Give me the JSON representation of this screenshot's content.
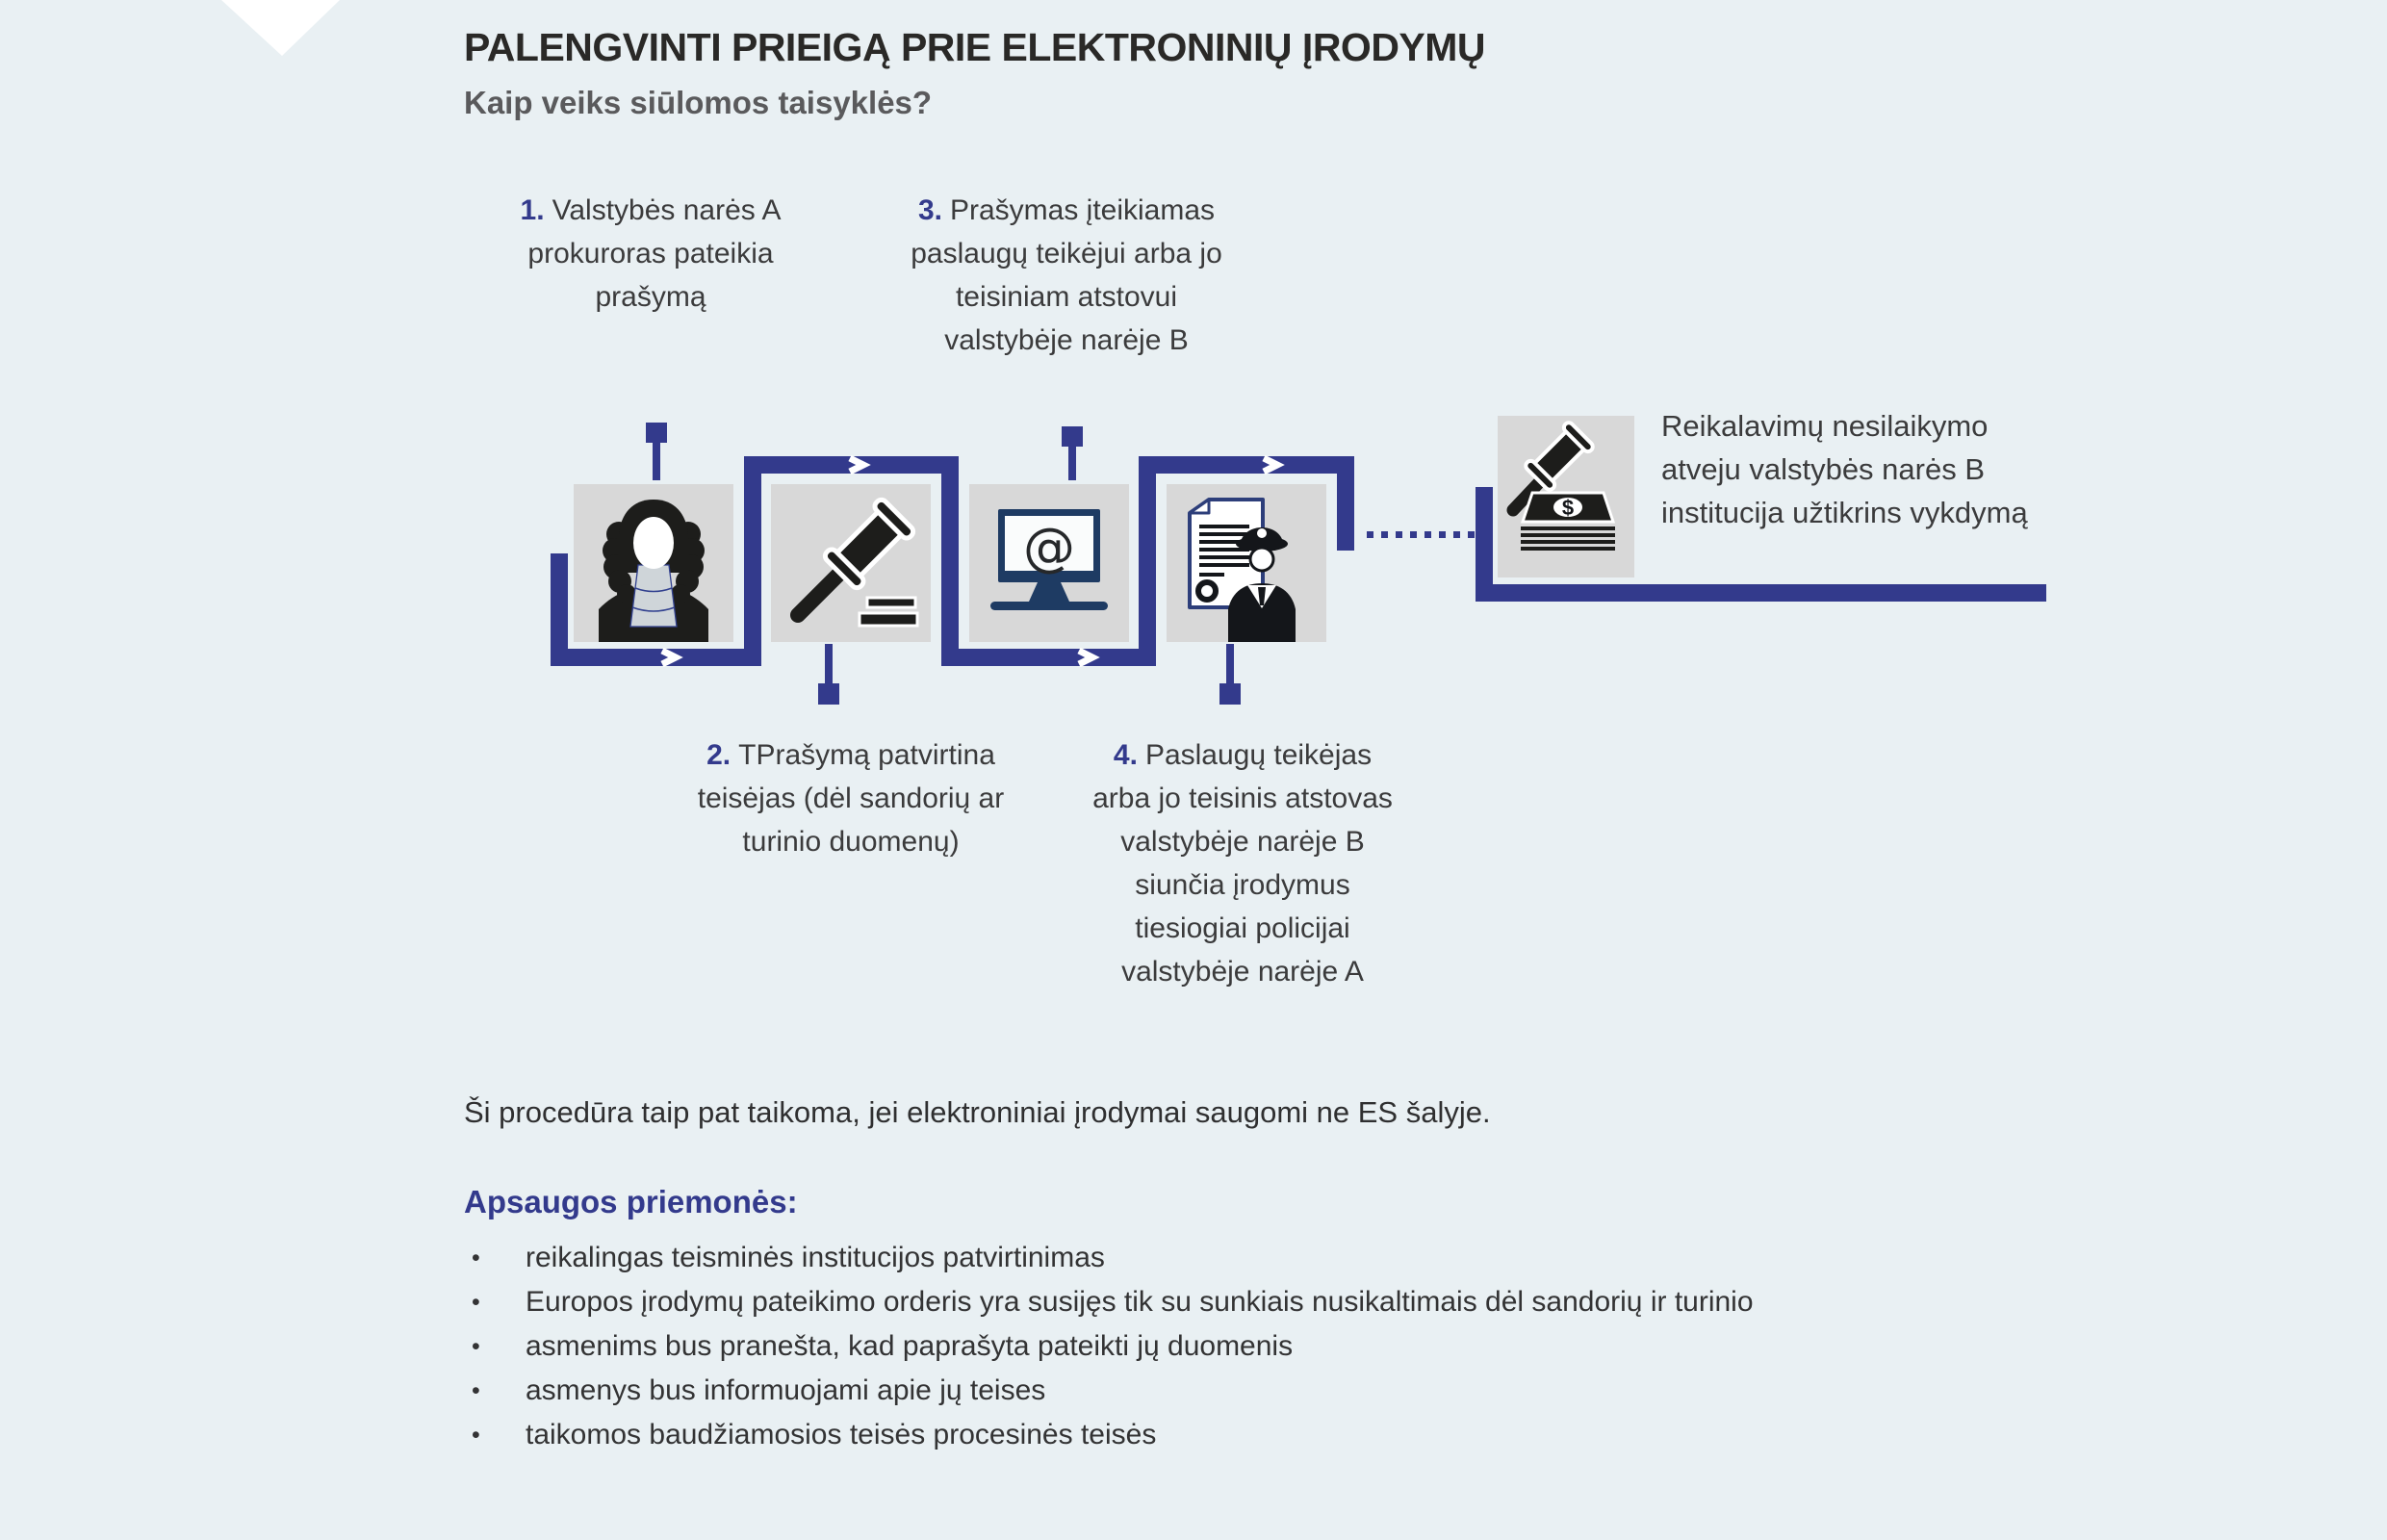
{
  "colors": {
    "navy_accent": "#333a8c",
    "background": "#e9f0f3",
    "box_gray": "#d8d8d8",
    "icon_black": "#1d1d1b"
  },
  "header": {
    "title": "PALENGVINTI PRIEIGĄ PRIE ELEKTRONINIŲ ĮRODYMŲ",
    "subtitle": "Kaip veiks siūlomos taisyklės?"
  },
  "steps": [
    {
      "number": "1.",
      "text": "Valstybės narės A prokuroras pateikia prašymą"
    },
    {
      "number": "2.",
      "text": "TPrašymą patvirtina teisėjas (dėl sandorių ar turinio duomenų)"
    },
    {
      "number": "3.",
      "text": "Prašymas įteikiamas paslaugų teikėjui arba jo teisiniam atstovui valstybėje narėje B"
    },
    {
      "number": "4.",
      "text": "Paslaugų teikėjas arba jo teisinis atstovas valstybėje narėje B siunčia įrodymus tiesiogiai policijai valstybėje narėje A"
    }
  ],
  "enforcement_note": "Reikalavimų nesilaikymo atveju valstybės narės B institucija užtikrins vykdymą",
  "note": "Ši procedūra taip pat taikoma, jei elektroniniai įrodymai saugomi ne ES šalyje.",
  "safeguards": {
    "heading": "Apsaugos priemonės:",
    "bullet_glyph": "•",
    "items": [
      "reikalingas teisminės institucijos patvirtinimas",
      "Europos įrodymų pateikimo orderis yra susijęs tik su sunkiais nusikaltimais dėl sandorių ir turinio",
      "asmenims bus pranešta, kad paprašyta pateikti jų duomenis",
      "asmenys bus informuojami apie jų teises",
      "taikomos baudžiamosios teisės procesinės teisės"
    ]
  },
  "icons": {
    "at_glyph": "@",
    "dollar_glyph": "$"
  }
}
